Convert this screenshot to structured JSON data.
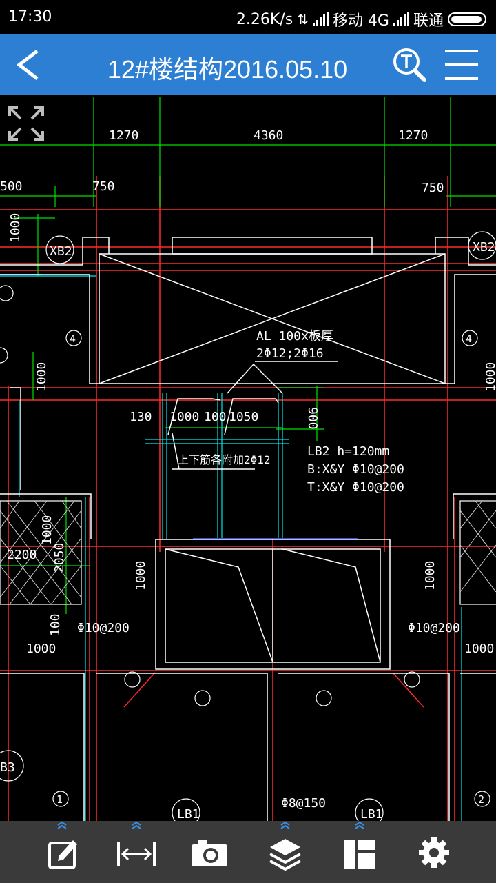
{
  "status": {
    "time": "17:30",
    "speed": "2.26K/s",
    "carrier1": "移动 4G",
    "carrier2": "联通"
  },
  "header": {
    "title": "12#楼结构2016.05.10"
  },
  "icons": {
    "back": "back-arrow-icon",
    "search": "text-search-icon",
    "menu": "menu-icon",
    "fit": "fit-screen-icon"
  },
  "toolbar": [
    {
      "name": "edit-icon",
      "expandable": true
    },
    {
      "name": "measure-icon",
      "expandable": true
    },
    {
      "name": "camera-icon",
      "expandable": false
    },
    {
      "name": "layers-icon",
      "expandable": true
    },
    {
      "name": "layout-icon",
      "expandable": true
    },
    {
      "name": "settings-icon",
      "expandable": false
    }
  ],
  "drawing": {
    "dim_top": [
      "1270",
      "4360",
      "1270"
    ],
    "dim_second": [
      "500",
      "750",
      "750"
    ],
    "left_dims": [
      "1000",
      "1000",
      "1000",
      "1000",
      "2050",
      "2200",
      "100",
      "1000"
    ],
    "beam_label": "AL 100x板厚",
    "beam_rebar": "2Φ12;2Φ16",
    "mid_dims": [
      "130",
      "1000",
      "100",
      "1050",
      "900"
    ],
    "rebar_note": "上下筋各附加2Φ12",
    "slab_label": "LB2 h=120mm",
    "slab_bottom": "B:X&Y Φ10@200",
    "slab_top": "T:X&Y Φ10@200",
    "rebar_left": "Φ10@200",
    "rebar_right": "Φ10@200",
    "right_dims": [
      "1000",
      "1000",
      "1000"
    ],
    "rebar_bottom": "Φ8@150",
    "tags": [
      "XB2",
      "XB2",
      "LB1",
      "LB1",
      "B3"
    ],
    "circle_marks": [
      "4",
      "4",
      "1",
      "2"
    ],
    "colors": {
      "bg": "#000000",
      "wall": "#ffffff",
      "axis": "#ff2a2a",
      "dim": "#00e000",
      "aux": "#00e5e5",
      "text": "#ffffff"
    }
  }
}
